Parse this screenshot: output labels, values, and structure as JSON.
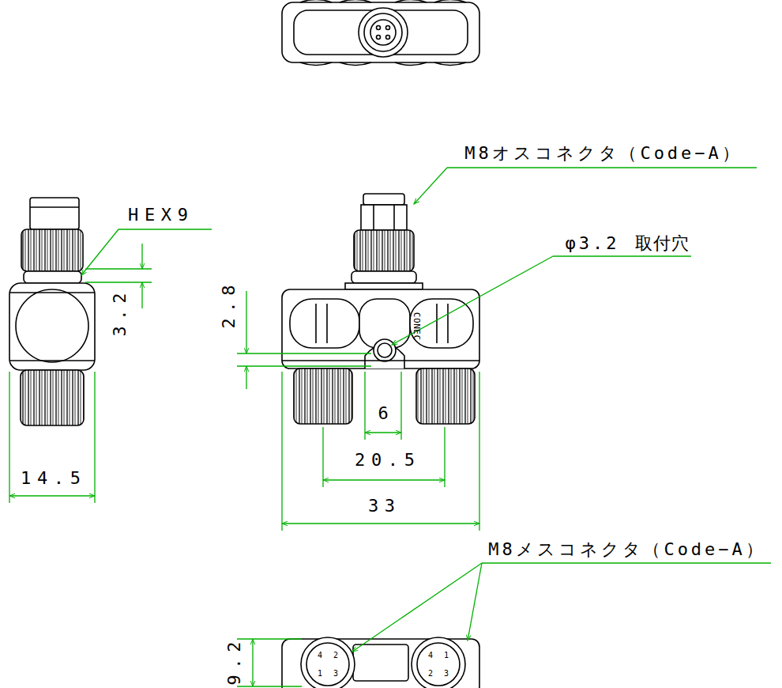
{
  "diagram": {
    "labels": [
      "M8オスコネクタ（Code−A）",
      "HEX9",
      "φ3.2",
      "取付穴",
      "2.8",
      "3.2",
      "CONEC",
      "6",
      "14.5",
      "20.5",
      "33",
      "M8メスコネクタ（Code−A）",
      "9.2",
      "1",
      "2",
      "3",
      "4",
      "1",
      "2",
      "3",
      "4"
    ]
  }
}
